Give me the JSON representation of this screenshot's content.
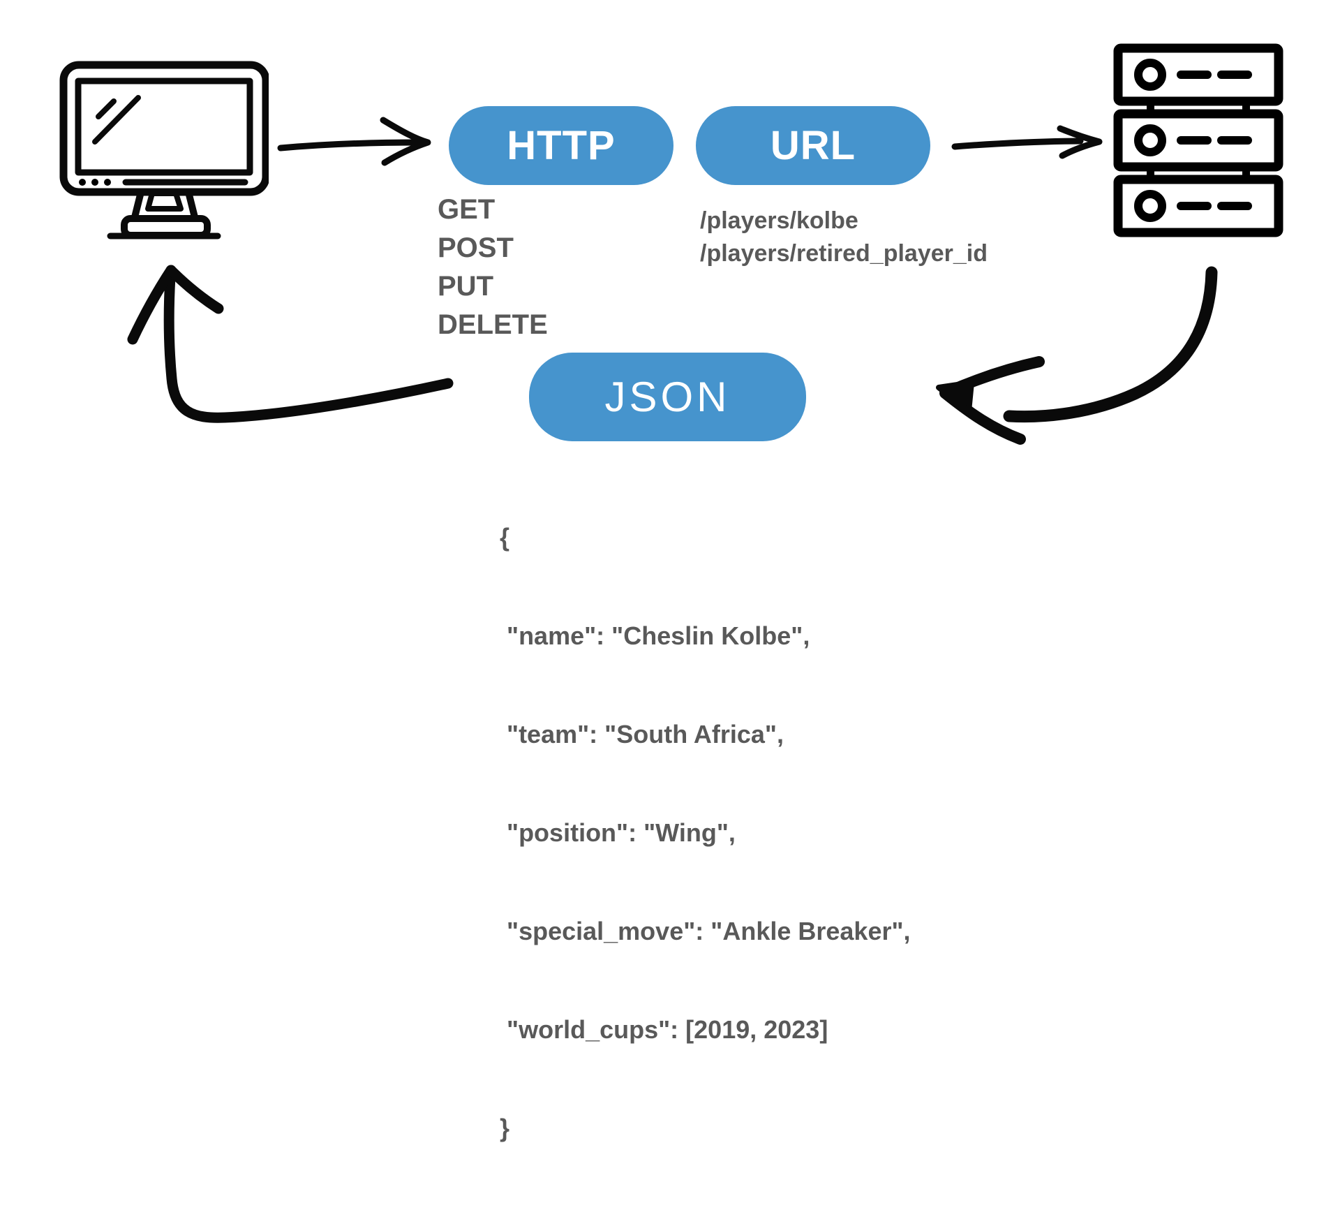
{
  "colors": {
    "pill": "#4694cd",
    "pill_text": "#ffffff",
    "body_text": "#595959",
    "ink": "#0a0a0a",
    "background": "#ffffff"
  },
  "client": {
    "icon": "computer-monitor-icon"
  },
  "server": {
    "icon": "server-rack-icon"
  },
  "http": {
    "label": "HTTP",
    "methods": [
      "GET",
      "POST",
      "PUT",
      "DELETE"
    ]
  },
  "url": {
    "label": "URL",
    "paths": [
      "/players/kolbe",
      "/players/retired_player_id"
    ]
  },
  "json": {
    "label": "JSON",
    "code_lines": [
      "{",
      " \"name\": \"Cheslin Kolbe\",",
      " \"team\": \"South Africa\",",
      " \"position\": \"Wing\",",
      " \"special_move\": \"Ankle Breaker\",",
      " \"world_cups\": [2019, 2023]",
      "}"
    ]
  }
}
